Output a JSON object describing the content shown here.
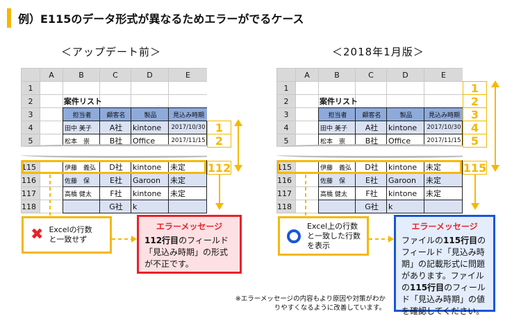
{
  "title": "例）E115のデータ形式が異なるためエラーがでるケース",
  "left_heading": "＜アップデート前＞",
  "right_heading": "＜2018年1月版＞",
  "columns": [
    "",
    "A",
    "B",
    "C",
    "D",
    "E"
  ],
  "list_title": "案件リスト",
  "table_headers": [
    "担当者",
    "顧客名",
    "製品",
    "見込み時期"
  ],
  "rows_top": [
    {
      "num": "4",
      "name": "田中 美子",
      "company": "A社",
      "product": "kintone",
      "date": "2017/10/30"
    },
    {
      "num": "5",
      "name": "松本　崇",
      "company": "B社",
      "product": "Office",
      "date": "2017/11/15"
    }
  ],
  "rows_bottom": [
    {
      "num": "115",
      "name": "伊藤　義弘",
      "company": "D社",
      "product": "kintone",
      "date": "未定"
    },
    {
      "num": "116",
      "name": "佐藤　保",
      "company": "E社",
      "product": "Garoon",
      "date": "未定"
    },
    {
      "num": "117",
      "name": "高橋 健太",
      "company": "F社",
      "product": "kintone",
      "date": "未定"
    },
    {
      "num": "118",
      "name": "",
      "company": "G社",
      "product": "k",
      "date": ""
    }
  ],
  "left_counts": [
    "1",
    "2",
    "112"
  ],
  "right_counts": [
    "1",
    "2",
    "3",
    "4",
    "5",
    "115"
  ],
  "left_note": {
    "icon": "cross-icon",
    "text": "Excelの行数と一致せず",
    "color": "#e8222b"
  },
  "right_note": {
    "icon": "circle-icon",
    "text": "Excel上の行数と一致した行数を表示",
    "color": "#1a56d6"
  },
  "left_message": {
    "heading": "エラーメッセージ",
    "body_bold": "112行目",
    "body": "のフィールド「見込み時期」の形式が不正です。"
  },
  "right_message": {
    "heading": "エラーメッセージ",
    "body_pre": "ファイルの",
    "body_bold1": "115行目",
    "body_mid": "のフィールド「見込み時期」の記載形式に問題があります。ファイルの",
    "body_bold2": "115行目",
    "body_post": "のフィールド「見込み時期」の値を確認してください。"
  },
  "footnote": "※エラーメッセージの内容もより原因や対策がわかりやすくなるように改善しています。",
  "colors": {
    "accent": "#f5b800",
    "error": "#e8222b",
    "ok": "#1a56d6"
  }
}
